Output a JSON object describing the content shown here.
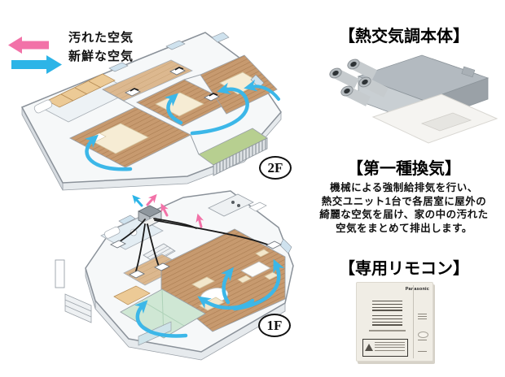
{
  "legend": {
    "dirty_air_label": "汚れた空気",
    "fresh_air_label": "新鮮な空気"
  },
  "floorplans": {
    "upper_label": "2F",
    "lower_label": "1F"
  },
  "sections": {
    "unit": {
      "title": "【熱交気調本体】"
    },
    "ventilation": {
      "title": "【第一種換気】",
      "line1": "機械による強制給排気を行い、",
      "line2": "熱交ユニット1台で各居室に屋外の",
      "line3": "綺麗な空気を届け、家の中の汚れた",
      "line4": "空気をまとめて排出します。"
    },
    "remote": {
      "title": "【専用リモコン】",
      "brand": "Panasonic"
    }
  },
  "colors": {
    "dirty-pink": "#f272a8",
    "fresh-blue": "#2cb4e7",
    "airflow-blue": "#3cb7e8",
    "wood": "#c79a6f",
    "wood-light": "#d9b58c",
    "tatami-green": "#cfe7d4",
    "balcony-green": "#b7cf90",
    "wall-gray": "#9aa1a8",
    "duct-black": "#1a1a1a"
  }
}
